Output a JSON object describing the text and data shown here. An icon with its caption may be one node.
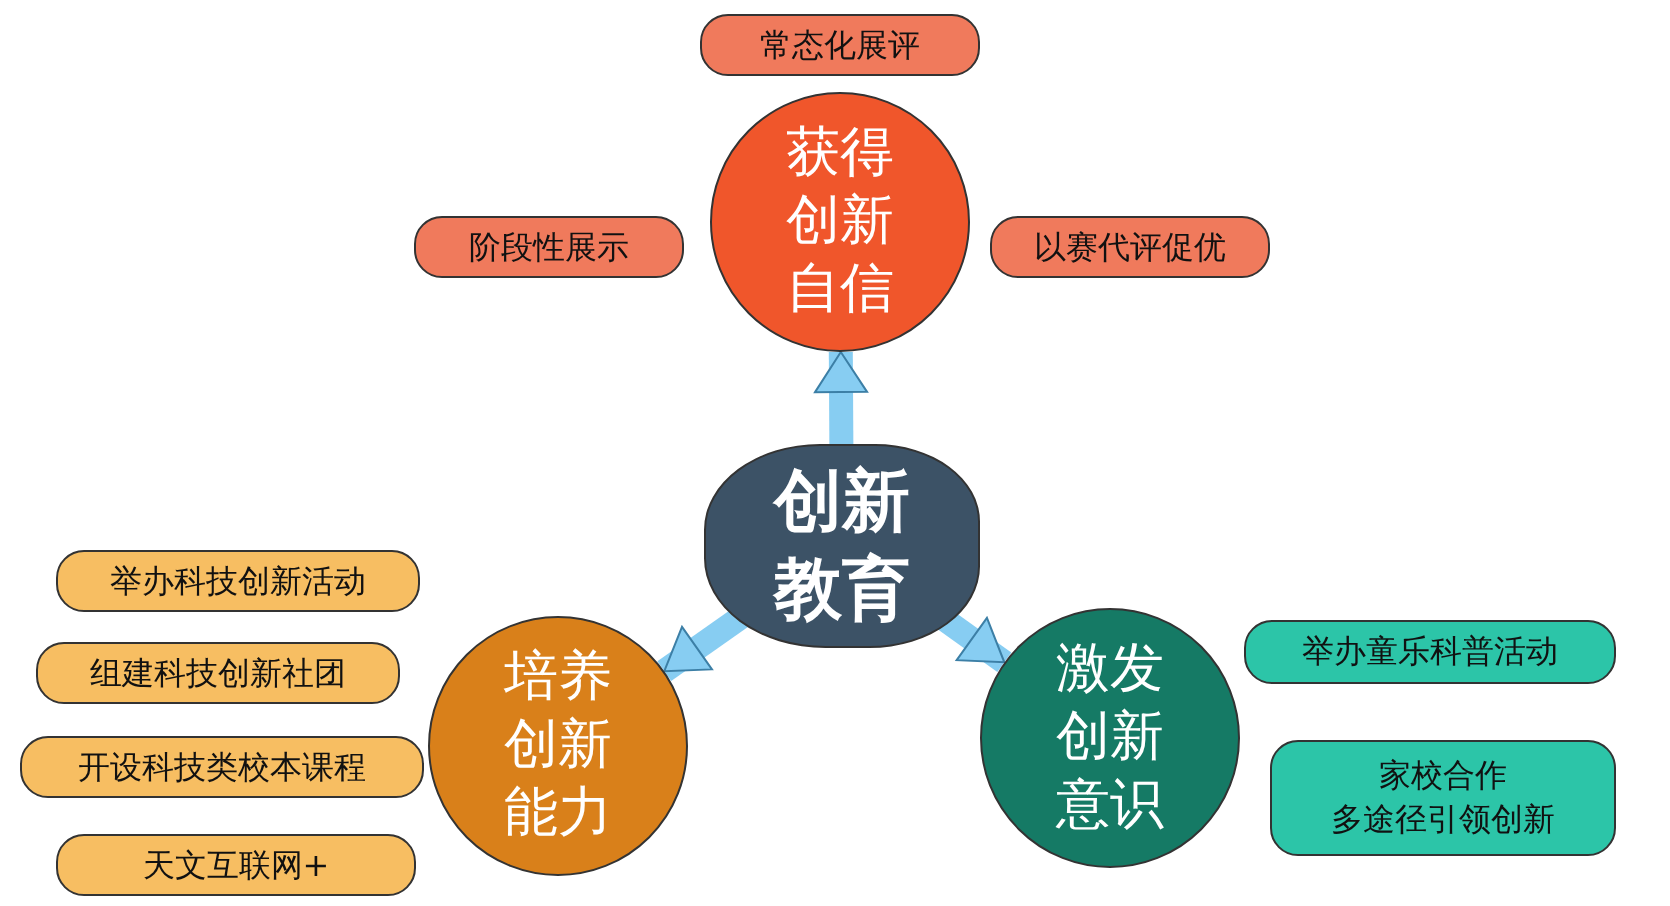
{
  "diagram": {
    "nodes": [
      {
        "text": [
          "创新教育"
        ]
      },
      {
        "text": [
          "获得创新自信"
        ]
      },
      {
        "text": [
          "常态化展评"
        ]
      },
      {
        "text": [
          "阶段性展示"
        ]
      },
      {
        "text": [
          "以赛代评促优"
        ]
      },
      {
        "text": [
          "培养创新能力"
        ]
      },
      {
        "text": [
          "举办科技创新活动"
        ]
      },
      {
        "text": [
          "组建科技创新社团"
        ]
      },
      {
        "text": [
          "开设科技类校本课程"
        ]
      },
      {
        "text": [
          "天文互联网+"
        ]
      },
      {
        "text": [
          "激发创新意识"
        ]
      },
      {
        "text": [
          "举办童乐科普活动"
        ]
      },
      {
        "text": [
          "家校合作",
          "多途径引领创新"
        ]
      }
    ],
    "edges": [
      {
        "from": 0,
        "to": 1,
        "arrow": "to"
      },
      {
        "from": 0,
        "to": 5,
        "arrow": "to"
      },
      {
        "from": 0,
        "to": 10,
        "arrow": "to"
      }
    ]
  }
}
